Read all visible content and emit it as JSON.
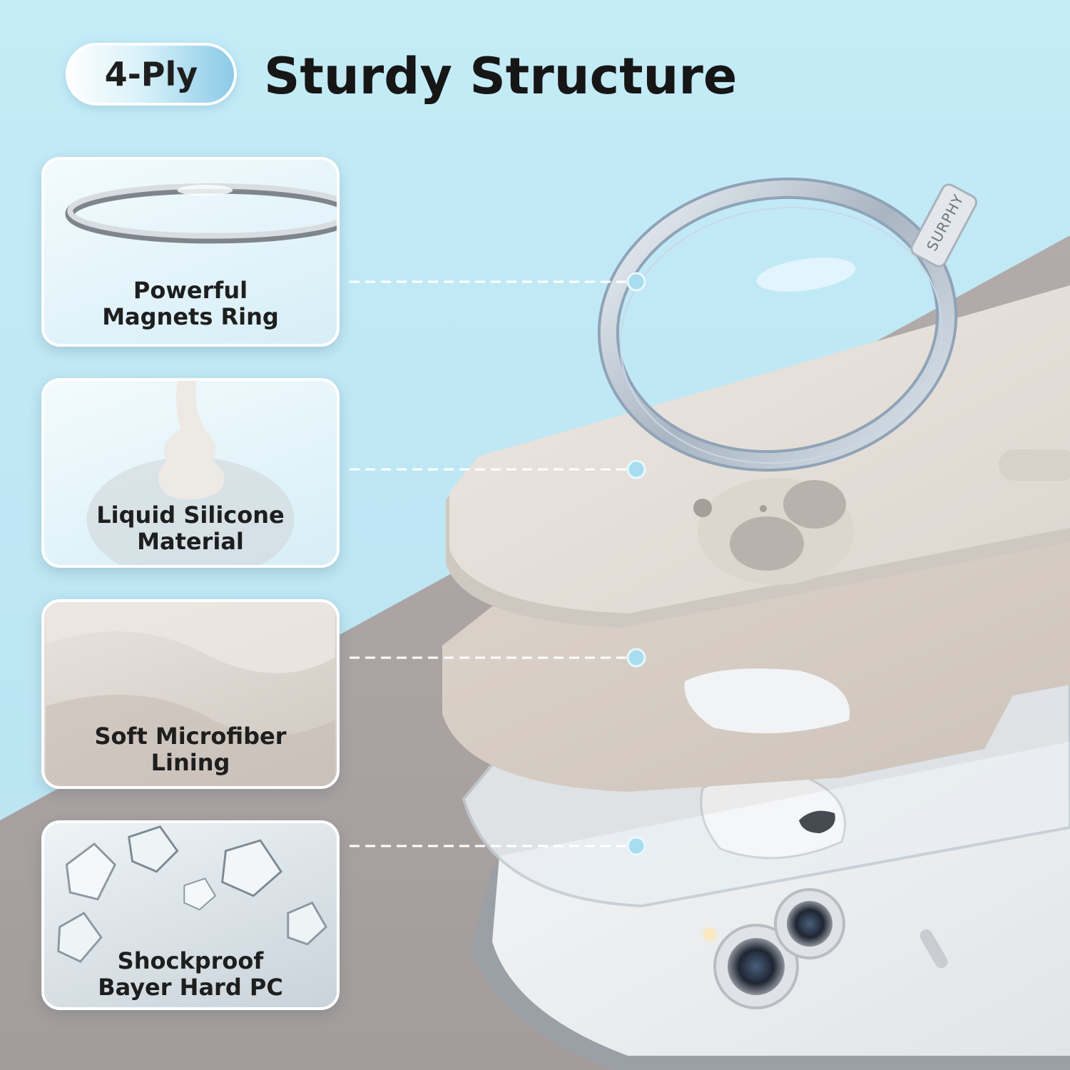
{
  "header": {
    "badge": "4-Ply",
    "title": "Sturdy Structure"
  },
  "layers": [
    {
      "line1": "Powerful",
      "line2": "Magnets Ring",
      "icon": "magnet-ring-icon"
    },
    {
      "line1": "Liquid Silicone",
      "line2": "Material",
      "icon": "silicone-drip-icon"
    },
    {
      "line1": "Soft Microfiber",
      "line2": "Lining",
      "icon": "microfiber-fabric-icon"
    },
    {
      "line1": "Shockproof",
      "line2": "Bayer Hard PC",
      "icon": "crystal-shards-icon"
    }
  ],
  "product": {
    "ring_tab_text": "SURPHY"
  },
  "colors": {
    "background_blue": "#bfe7f4",
    "floor_grey": "#aaa3a1",
    "case_stone": "#e6e0da",
    "lining_beige": "#d6cdc5",
    "connector_dot": "#a8ddef"
  }
}
